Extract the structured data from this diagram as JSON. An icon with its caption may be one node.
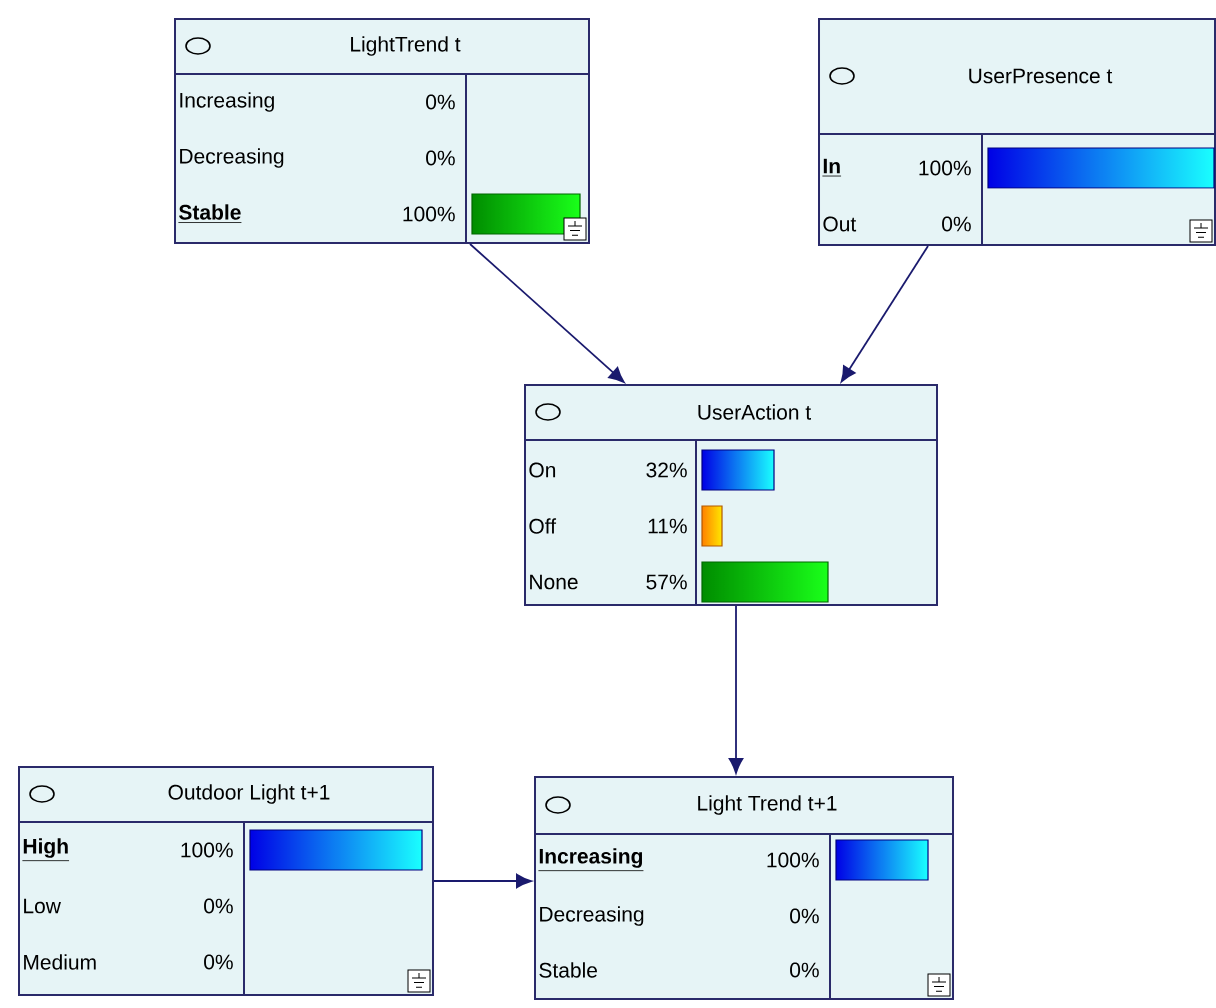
{
  "diagram": {
    "nodes": [
      {
        "text": [
          "LightTrend t",
          "Increasing",
          "0%",
          "Decreasing",
          "0%",
          "Stable",
          "100%"
        ]
      },
      {
        "text": [
          "UserPresence t",
          "In",
          "100%",
          "Out",
          "0%"
        ]
      },
      {
        "text": [
          "UserAction t",
          "On",
          "32%",
          "Off",
          "11%",
          "None",
          "57%"
        ]
      },
      {
        "text": [
          "Outdoor Light t+1",
          "High",
          "100%",
          "Low",
          "0%",
          "Medium",
          "0%"
        ]
      },
      {
        "text": [
          "Light Trend t+1",
          "Increasing",
          "100%",
          "Decreasing",
          "0%",
          "Stable",
          "0%"
        ]
      }
    ],
    "edges": [
      {
        "from": 0,
        "to": 2,
        "arrow": "to"
      },
      {
        "from": 1,
        "to": 2,
        "arrow": "to"
      },
      {
        "from": 2,
        "to": 4,
        "arrow": "to"
      },
      {
        "from": 3,
        "to": 4,
        "arrow": "to"
      }
    ]
  }
}
